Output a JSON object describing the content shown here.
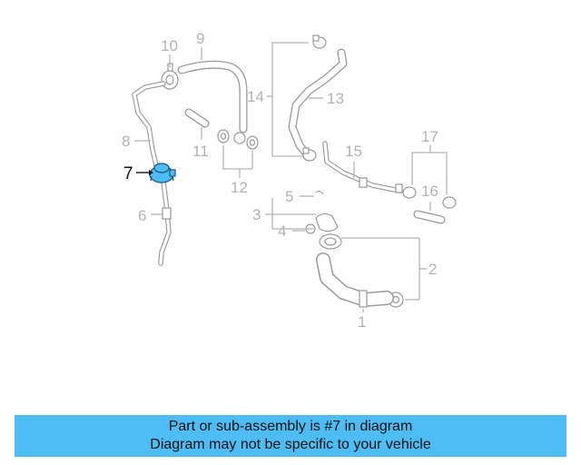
{
  "callouts": {
    "c1": "1",
    "c2": "2",
    "c3": "3",
    "c4": "4",
    "c5": "5",
    "c6": "6",
    "c7": "7",
    "c8": "8",
    "c9": "9",
    "c10": "10",
    "c11": "11",
    "c12": "12",
    "c13": "13",
    "c14": "14",
    "c15": "15",
    "c16": "16",
    "c17": "17"
  },
  "highlight": {
    "part_number": "7",
    "color": "#4fbdf5"
  },
  "banner": {
    "line1": "Part or sub-assembly is #7 in diagram",
    "line2": "Diagram may not be specific to your vehicle",
    "background": "#4fbdf5"
  }
}
